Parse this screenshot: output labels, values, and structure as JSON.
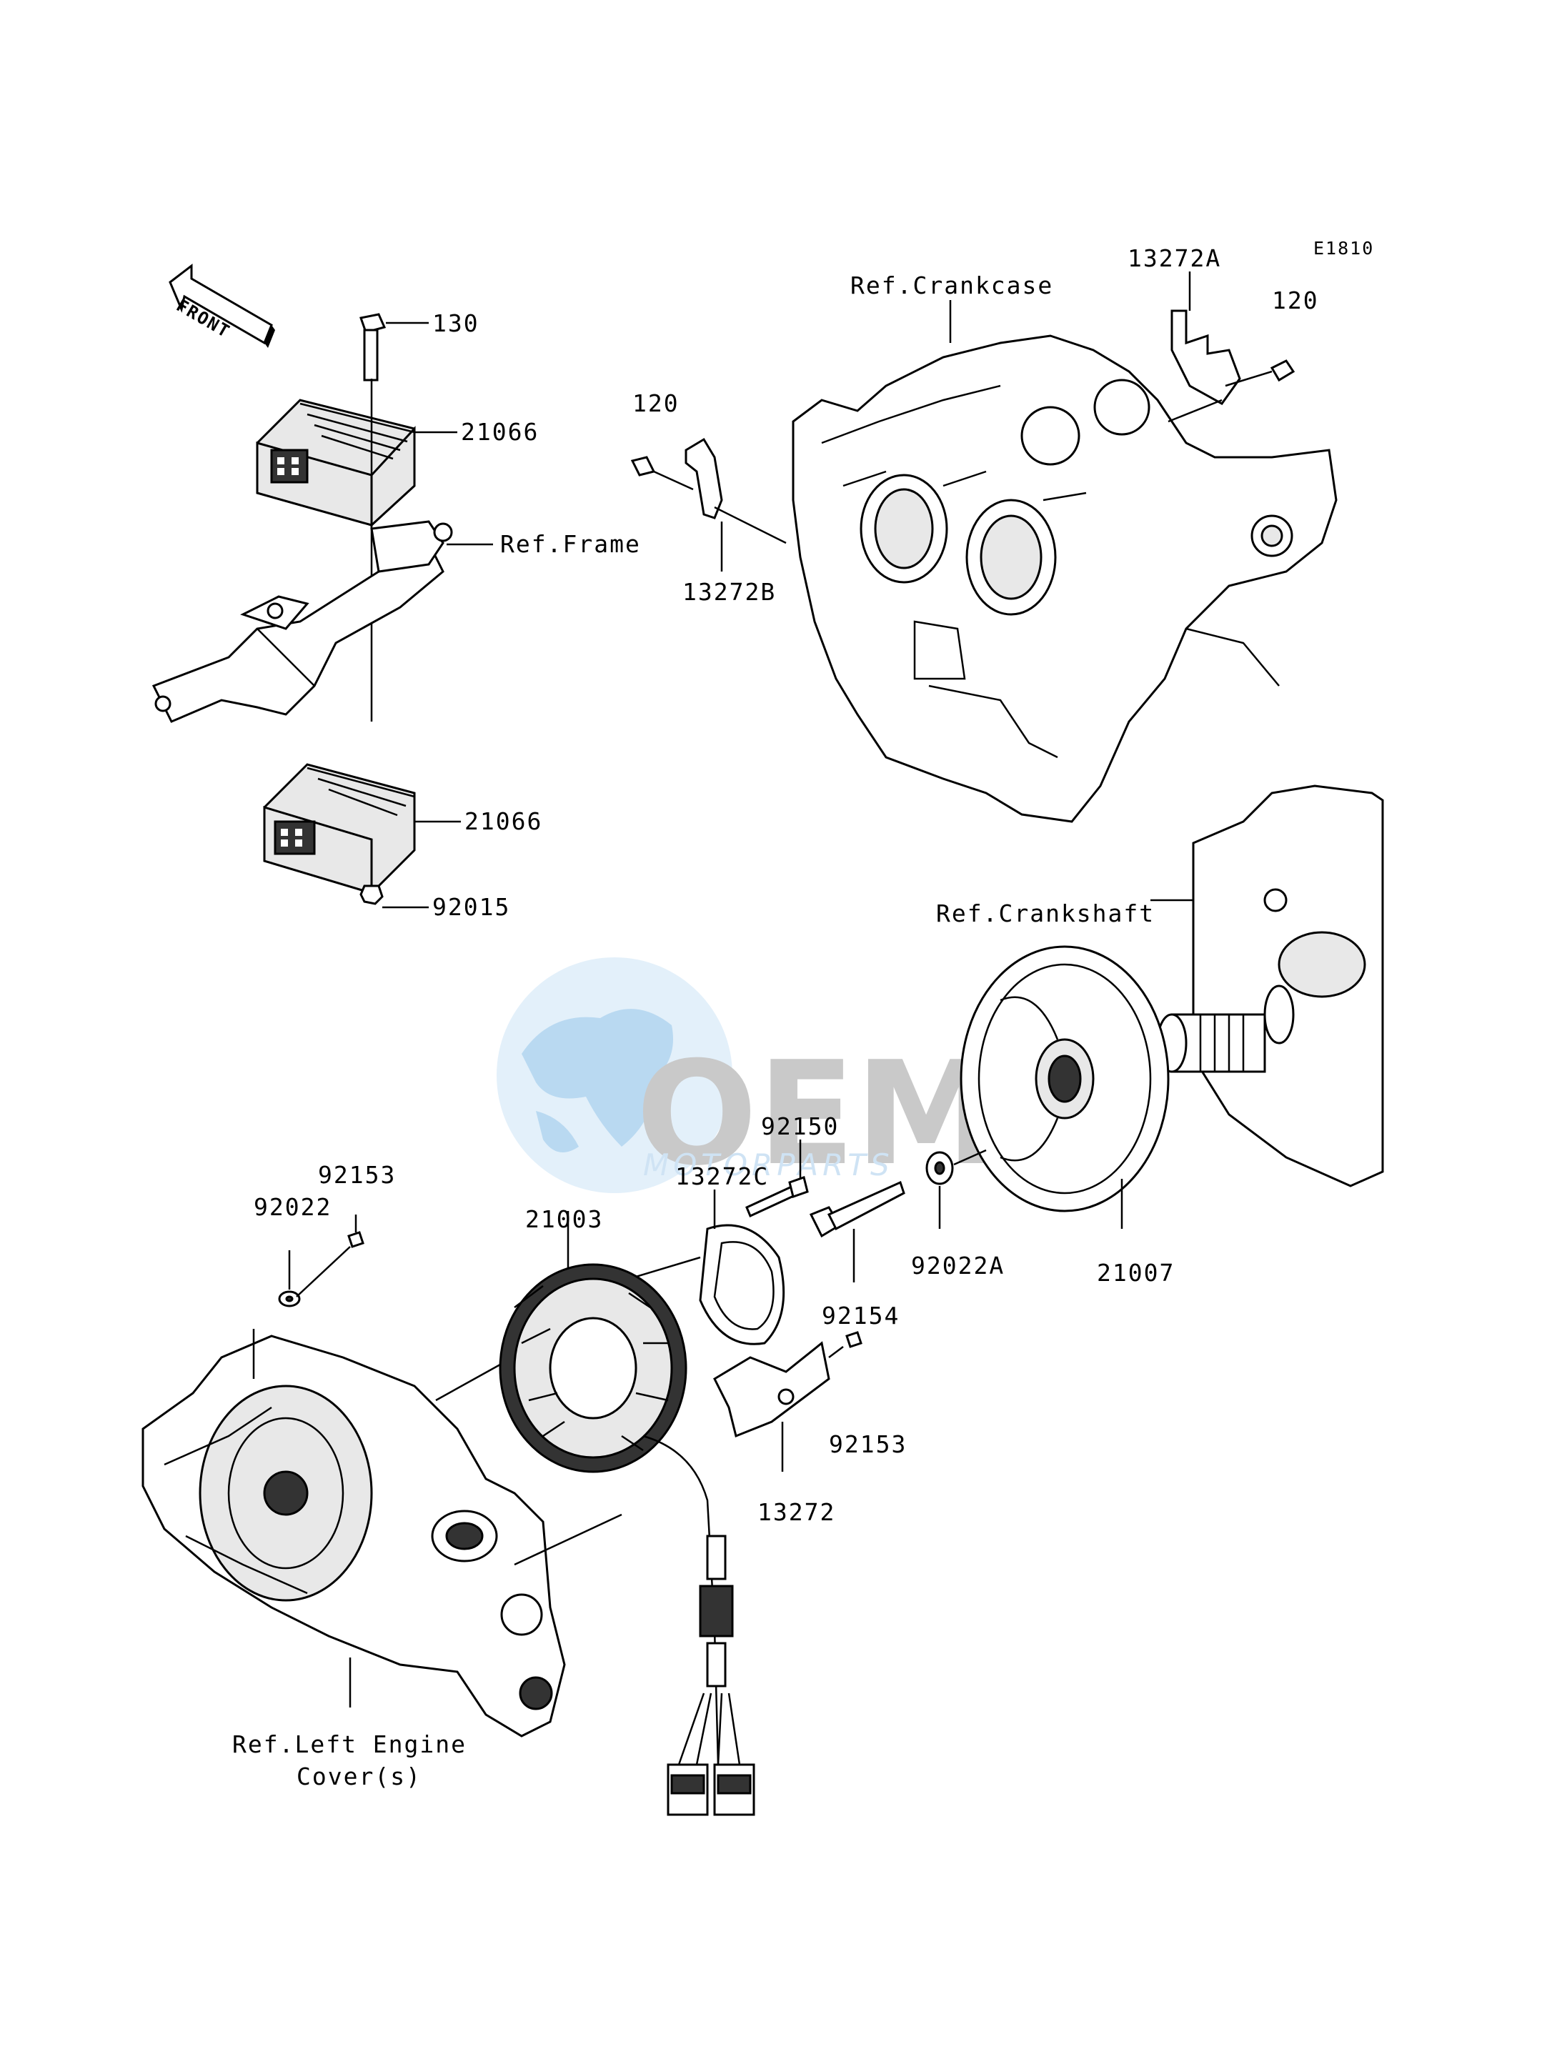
{
  "diagram_code": "E1810",
  "front_arrow": {
    "label": "FRONT",
    "icon": "front-direction-arrow-icon"
  },
  "watermark": {
    "brand": "OEM",
    "sub": "MOTORPARTS",
    "icon": "globe-icon"
  },
  "labels": {
    "p130": "130",
    "p21066_top": "21066",
    "ref_frame": "Ref.Frame",
    "p21066_bottom": "21066",
    "p92015": "92015",
    "ref_crankcase": "Ref.Crankcase",
    "p13272a": "13272A",
    "p120_right": "120",
    "p120_left": "120",
    "p13272b": "13272B",
    "ref_crankshaft": "Ref.Crankshaft",
    "p92150": "92150",
    "p13272c": "13272C",
    "p21003": "21003",
    "p92153_top": "92153",
    "p92022": "92022",
    "p92154": "92154",
    "p92022a": "92022A",
    "p21007": "21007",
    "p92153_bottom": "92153",
    "p13272": "13272",
    "ref_left_engine_cover_1": "Ref.Left Engine",
    "ref_left_engine_cover_2": "Cover(s)"
  }
}
